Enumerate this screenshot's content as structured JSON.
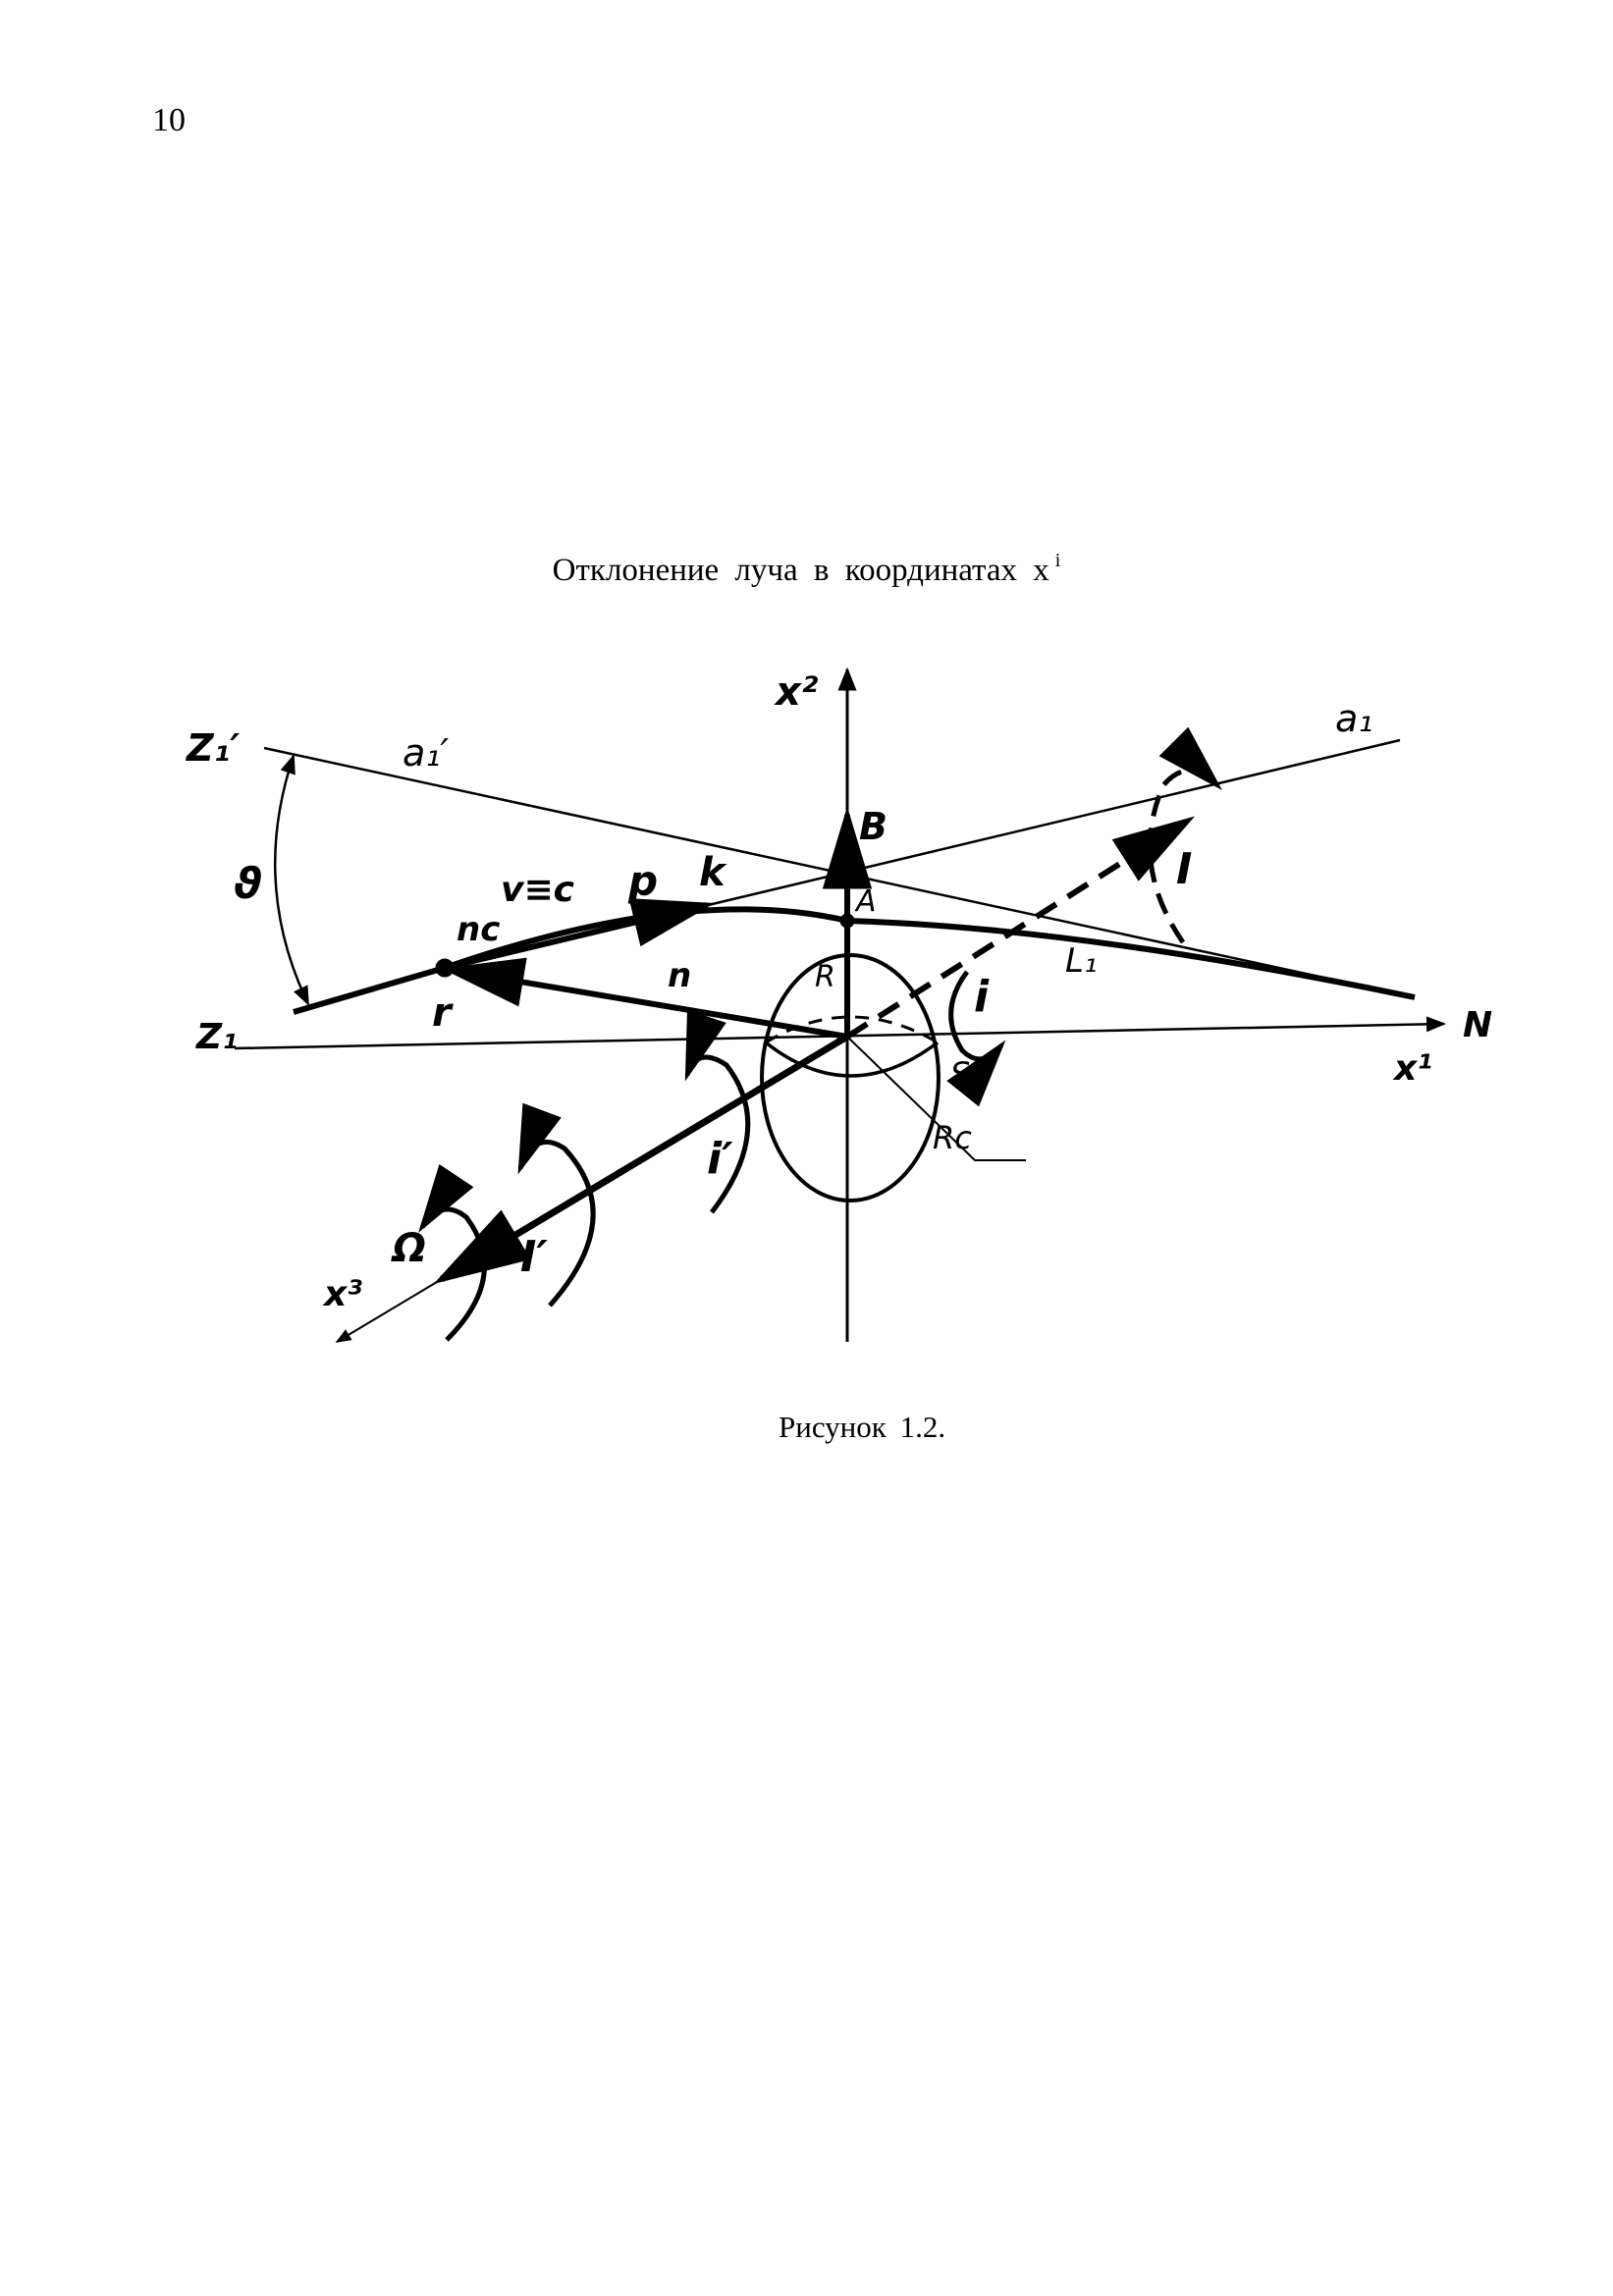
{
  "page_number": "10",
  "title": "Отклонение луча в координатах x",
  "title_superscript": "i",
  "caption": "Рисунок 1.2.",
  "diagram_labels": {
    "x2": "x²",
    "x1": "x¹",
    "x3": "x³",
    "N": "N",
    "Z1_prime": "Z₁′",
    "Z1": "Z₁",
    "a1_prime": "a₁′",
    "a1": "a₁",
    "theta": "ϑ",
    "B": "B",
    "A": "A",
    "k": "k",
    "p": "p",
    "v_eq_c": "v≡c",
    "n_c": "nc",
    "r": "r",
    "n": "n",
    "R": "R",
    "i": "i",
    "L1": "L₁",
    "I": "I",
    "S": "S",
    "Rc": "Rc",
    "i_prime": "i′",
    "I_prime": "I′",
    "Omega": "Ω"
  }
}
